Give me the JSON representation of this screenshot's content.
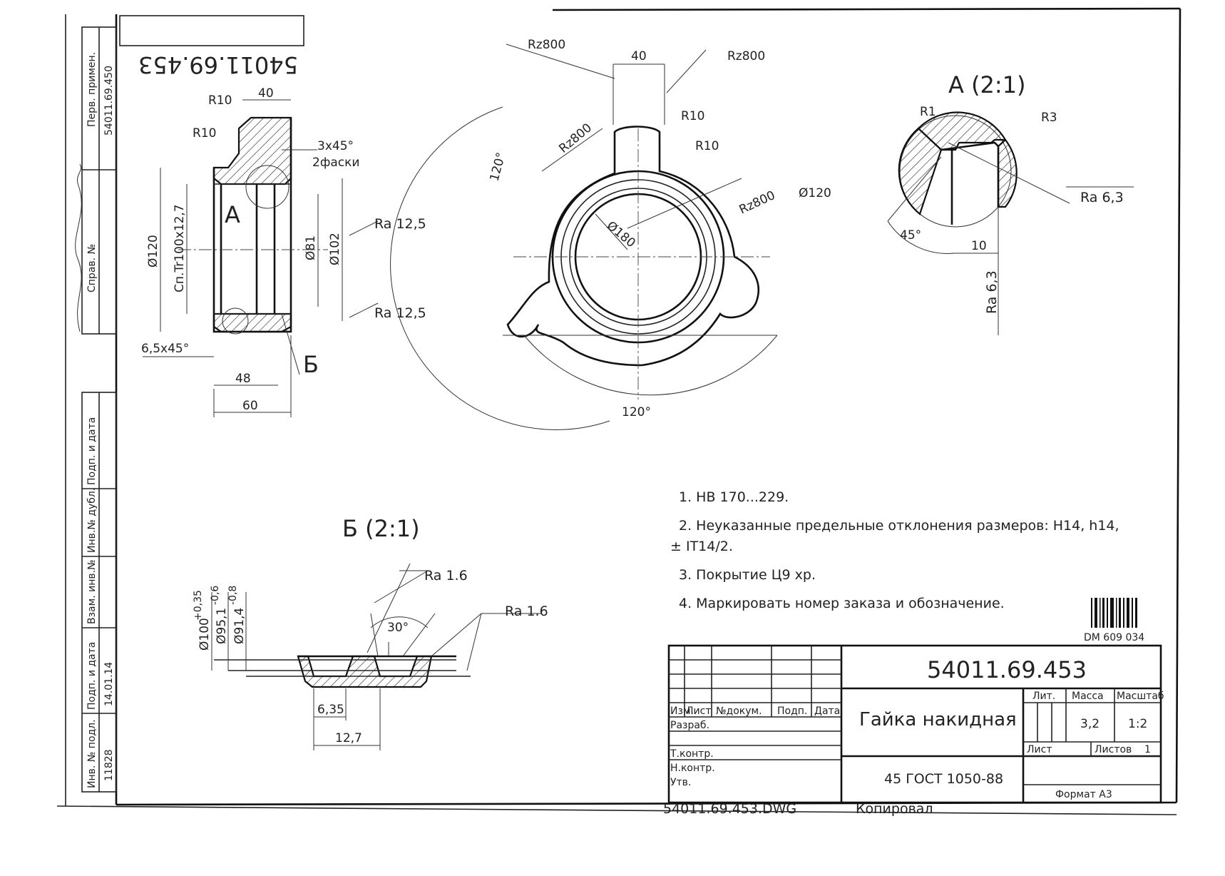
{
  "drawing": {
    "designation": "54011.69.453",
    "designation_mirrored": "54011.69.453",
    "part_name": "Гайка накидная",
    "material": "45 ГОСТ 1050-88",
    "barcode_caption": "DM 609 034",
    "footer_file": "54011.69.453.DWG",
    "footer_copy": "Копировал",
    "format": "Формат А3"
  },
  "side_stamp": {
    "first_use_label": "Перв. примен.",
    "first_use_value": "54011.69.450",
    "ref_no_label": "Справ. №",
    "signature_label": "Подп. и дата",
    "replace_inv_label": "Взам. инв.№",
    "dup_inv_label": "Инв.№ дубл.",
    "sign_date_label": "Подп. и дата",
    "sign_date_value": "14.01.14",
    "orig_inv_label": "Инв. № подл.",
    "orig_inv_value": "11828"
  },
  "section_view": {
    "dims": [
      "R10",
      "40",
      "R10",
      "3x45°",
      "2фаски",
      "Ø120",
      "Сп.Tr100x12,7",
      "Ø81",
      "Ø102",
      "Ra 12,5",
      "Ra 12,5",
      "6,5x45°",
      "48",
      "60"
    ],
    "label_a": "А",
    "label_b": "Б"
  },
  "front_view": {
    "dims": [
      "Rz800",
      "40",
      "Rz800",
      "Rz800",
      "R10",
      "R10",
      "120°",
      "Rz800",
      "Ø120",
      "Ø180",
      "120°"
    ]
  },
  "detail_a": {
    "title": "А (2:1)",
    "dims": [
      "R1",
      "R3",
      "Ra 6,3",
      "45°",
      "10",
      "Ra 6,3"
    ]
  },
  "detail_b": {
    "title": "Б (2:1)",
    "dims": [
      "Ra 1.6",
      "Ra 1.6",
      "30°",
      "Ø100",
      "+0,35",
      "Ø95,1",
      "-0,6",
      "Ø91,4",
      "-0,8",
      "6,35",
      "12,7"
    ]
  },
  "notes": [
    "1. НВ 170...229.",
    "2. Неуказанные предельные отклонения размеров: Н14, h14,",
    "± IT14/2.",
    "3. Покрытие Ц9 хр.",
    "4. Маркировать номер заказа и обозначение."
  ],
  "title_block": {
    "col_change": "Изм.",
    "col_sheet": "Лист",
    "col_doc": "№докум.",
    "col_sign": "Подп.",
    "col_date": "Дата",
    "row_dev": "Разраб.",
    "row_tcontr": "Т.контр.",
    "row_ncontr": "Н.контр.",
    "row_approve": "Утв.",
    "lit_label": "Лит.",
    "mass_label": "Масса",
    "scale_label": "Масштаб",
    "mass_value": "3,2",
    "scale_value": "1:2",
    "sheet_label": "Лист",
    "sheets_label": "Листов",
    "sheets_value": "1"
  }
}
